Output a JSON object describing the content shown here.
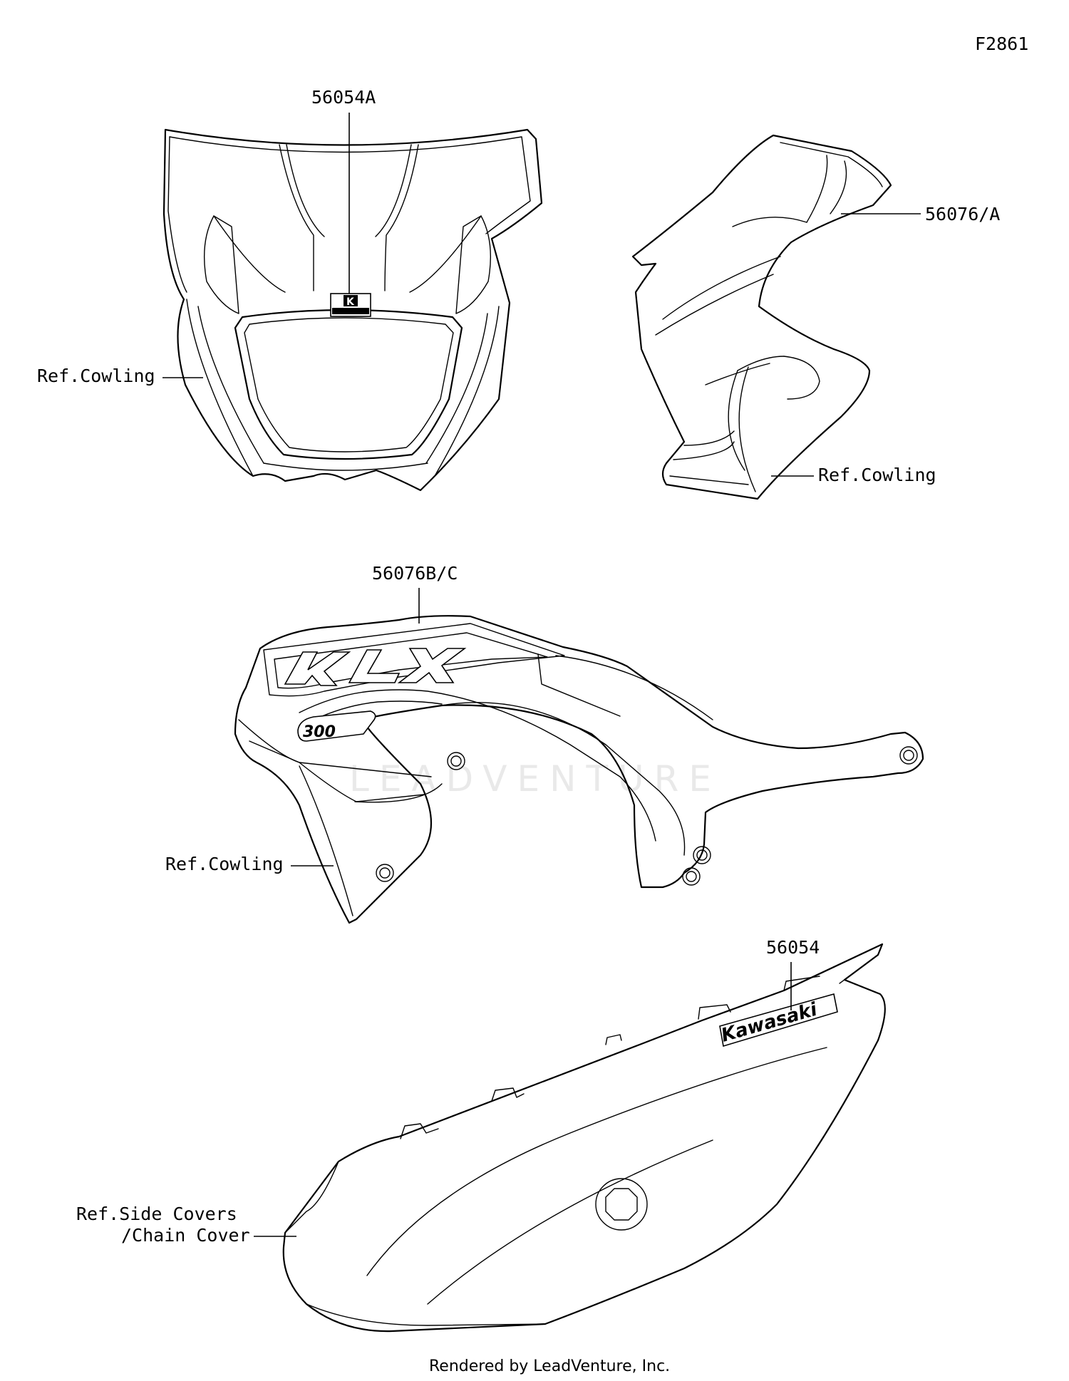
{
  "diagram_code": "F2861",
  "callouts": {
    "headlight_decal": "56054A",
    "shroud_decal_upper": "56076/A",
    "shroud_decal_lower": "56076B/C",
    "side_cover_decal": "56054"
  },
  "references": {
    "cowling_front": "Ref.Cowling",
    "cowling_right": "Ref.Cowling",
    "cowling_shroud": "Ref.Cowling",
    "side_covers_line1": "Ref.Side Covers",
    "side_covers_line2": "/Chain Cover"
  },
  "watermark": "LEADVENTURE",
  "footer": "Rendered by LeadVenture, Inc.",
  "decal_text": {
    "brand": "Kawasaki",
    "model": "KLX",
    "size": "300"
  }
}
